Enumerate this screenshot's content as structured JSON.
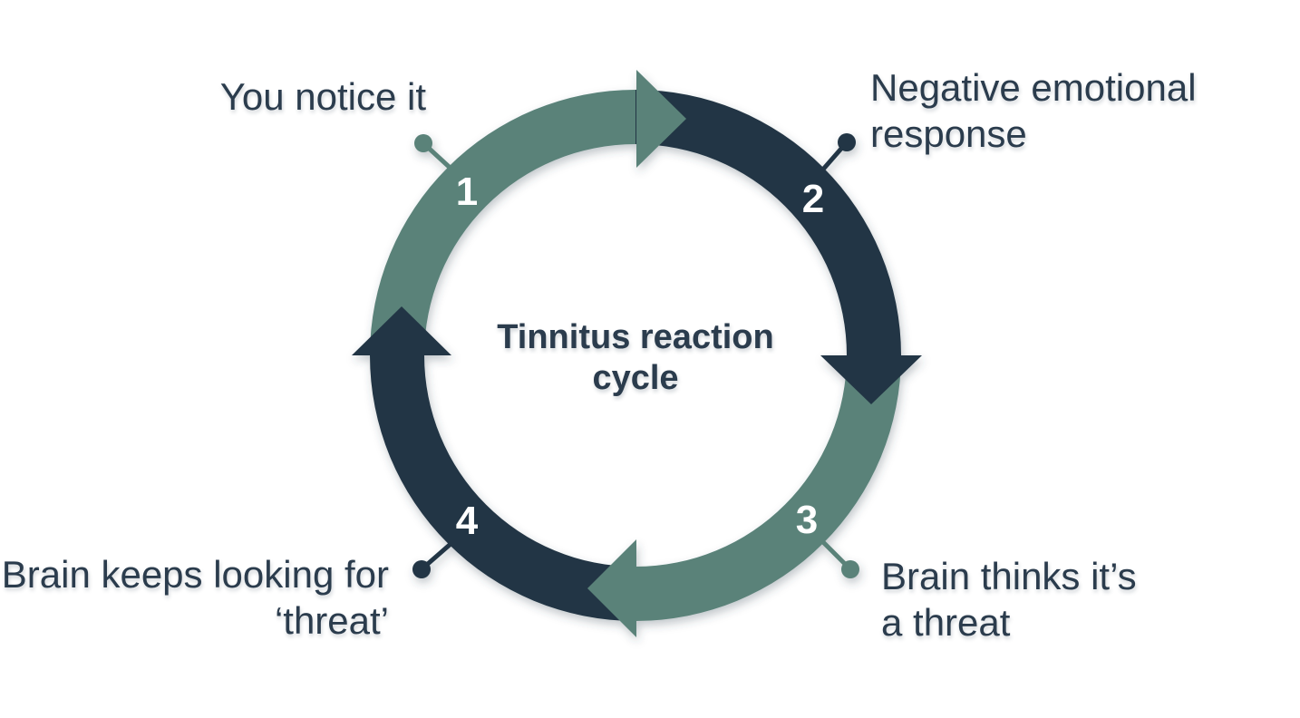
{
  "title": {
    "lines": [
      "Tinnitus reaction",
      "cycle"
    ]
  },
  "steps": [
    {
      "number": "1",
      "label_lines": [
        "You notice it"
      ],
      "color_name": "teal"
    },
    {
      "number": "2",
      "label_lines": [
        "Negative emotional",
        "response"
      ],
      "color_name": "navy"
    },
    {
      "number": "3",
      "label_lines": [
        "Brain thinks it’s",
        "a threat"
      ],
      "color_name": "teal"
    },
    {
      "number": "4",
      "label_lines": [
        "Brain keeps looking for",
        "‘threat’"
      ],
      "color_name": "navy"
    }
  ],
  "colors": {
    "teal": "#5A8279",
    "navy": "#223644",
    "label_text": "#2B3C4D",
    "number_text": "#FFFFFF",
    "background": "#FFFFFF"
  }
}
